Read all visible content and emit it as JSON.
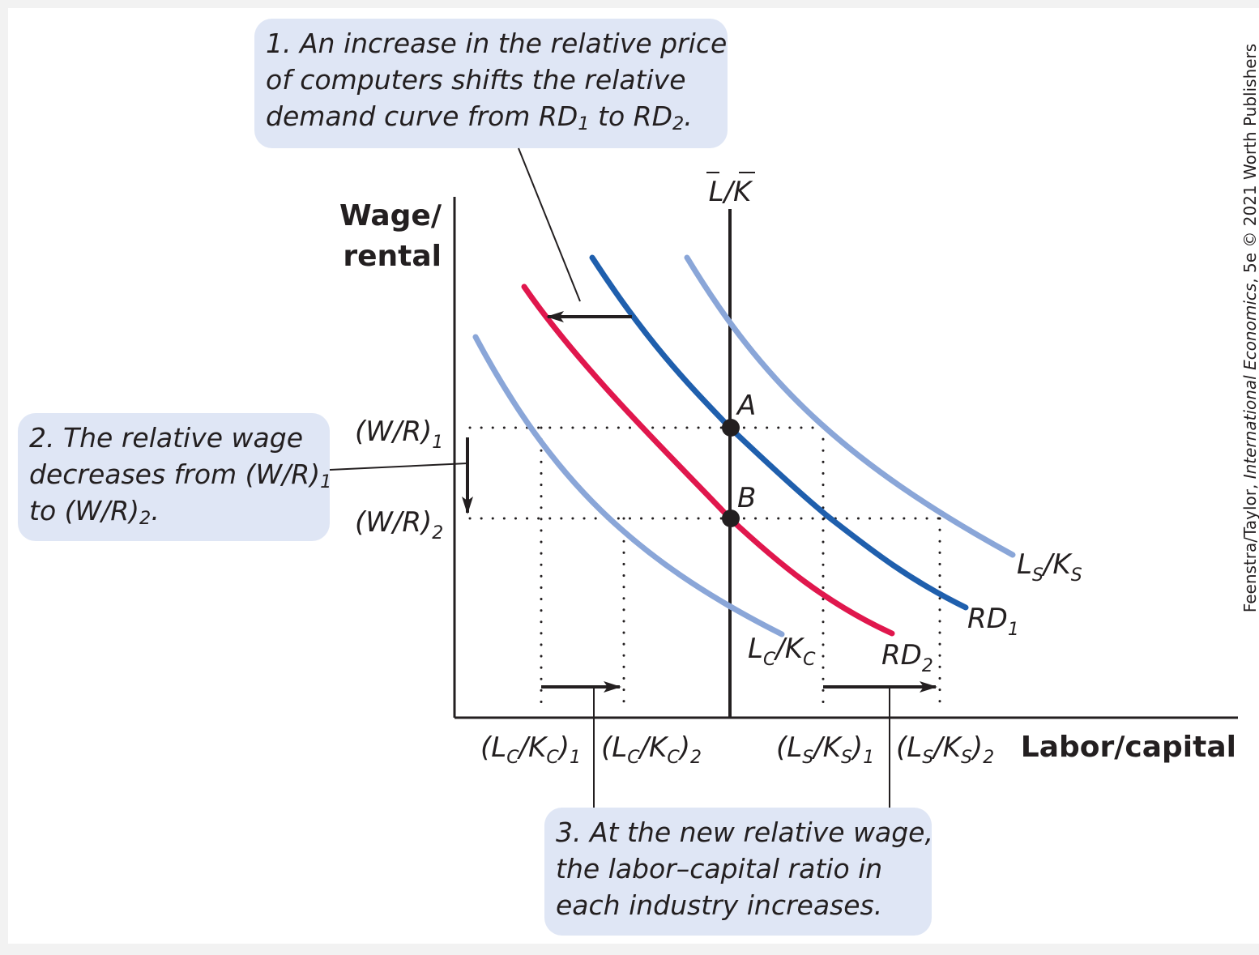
{
  "credit": {
    "prefix": "Feenstra/Taylor, ",
    "book": "International Economics",
    "suffix": ", 5e © 2021 Worth Publishers"
  },
  "callouts": {
    "one": {
      "l1": "1. An increase in the relative price",
      "l2": "of computers shifts the relative",
      "l3a": "demand curve from RD",
      "l3s1": "1",
      "l3b": " to RD",
      "l3s2": "2",
      "l3c": "."
    },
    "two": {
      "l1": "2. The relative wage",
      "l2a": "decreases from (W/R)",
      "l2s": "1",
      "l3a": "to (W/R)",
      "l3s": "2",
      "l3b": "."
    },
    "three": {
      "l1": "3. At the new relative wage,",
      "l2": "the labor–capital ratio in",
      "l3": "each industry increases."
    }
  },
  "axes": {
    "y_title_1": "Wage/",
    "y_title_2": "rental",
    "x_title": "Labor/capital",
    "endowment": "L/K"
  },
  "labels": {
    "wr1": "(W/R)",
    "wr1_sub": "1",
    "wr2": "(W/R)",
    "wr2_sub": "2",
    "lckc1": "(L",
    "lckc1_sub_c": "C",
    "lckc1_mid": "/K",
    "lckc1_sub_c2": "C",
    "lckc1_end": ")",
    "lckc1_idx": "1",
    "lckc2": "(L",
    "lckc2_sub_c": "C",
    "lckc2_mid": "/K",
    "lckc2_sub_c2": "C",
    "lckc2_end": ")",
    "lckc2_idx": "2",
    "lsks1": "(L",
    "lsks1_sub_s": "S",
    "lsks1_mid": "/K",
    "lsks1_sub_s2": "S",
    "lsks1_end": ")",
    "lsks1_idx": "1",
    "lsks2": "(L",
    "lsks2_sub_s": "S",
    "lsks2_mid": "/K",
    "lsks2_sub_s2": "S",
    "lsks2_end": ")",
    "lsks2_idx": "2",
    "point_a": "A",
    "point_b": "B",
    "curve_lc": "L",
    "curve_lc_s1": "C",
    "curve_lc_mid": "/K",
    "curve_lc_s2": "C",
    "curve_ls": "L",
    "curve_ls_s1": "S",
    "curve_ls_mid": "/K",
    "curve_ls_s2": "S",
    "curve_rd1": "RD",
    "curve_rd1_s": "1",
    "curve_rd2": "RD",
    "curve_rd2_s": "2"
  },
  "colors": {
    "callout_bg": "#dfe6f5",
    "rd1": "#1f5fad",
    "rd2": "#e0174d",
    "industry_curves": "#8aa6d8",
    "ink": "#231f20"
  }
}
